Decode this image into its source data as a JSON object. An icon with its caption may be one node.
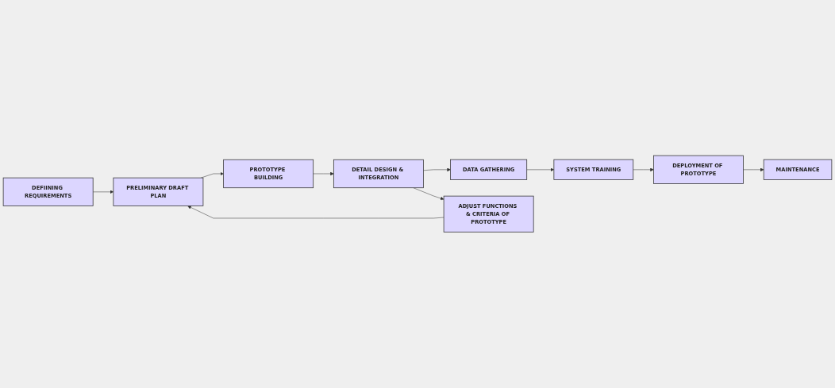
{
  "diagram": {
    "nodes": [
      {
        "text": [
          "DEFIINING REQUIREMENTS"
        ]
      },
      {
        "text": [
          "PRELIMINARY DRAFT PLAN"
        ]
      },
      {
        "text": [
          "PROTOTYPE BUILDING"
        ]
      },
      {
        "text": [
          "DETAIL DESIGN & INTEGRATION"
        ]
      },
      {
        "text": [
          "DATA GATHERING"
        ]
      },
      {
        "text": [
          "SYSTEM TRAINING"
        ]
      },
      {
        "text": [
          "DEPLOYMENT OF PROTOTYPE"
        ]
      },
      {
        "text": [
          "ADJUST FUNCTIONS & CRITERIA OF PROTOTYPE"
        ]
      },
      {
        "text": [
          "MAINTENANCE"
        ]
      }
    ],
    "edges": [
      {
        "from": 0,
        "to": 1,
        "arrow": "to"
      },
      {
        "from": 1,
        "to": 2,
        "arrow": "to"
      },
      {
        "from": 2,
        "to": 3,
        "arrow": "to"
      },
      {
        "from": 3,
        "to": 4,
        "arrow": "to"
      },
      {
        "from": 4,
        "to": 5,
        "arrow": "to"
      },
      {
        "from": 5,
        "to": 6,
        "arrow": "to"
      },
      {
        "from": 3,
        "to": 7,
        "arrow": "to"
      },
      {
        "from": 7,
        "to": 1,
        "arrow": "to"
      },
      {
        "from": 6,
        "to": 8,
        "arrow": "to"
      }
    ]
  }
}
